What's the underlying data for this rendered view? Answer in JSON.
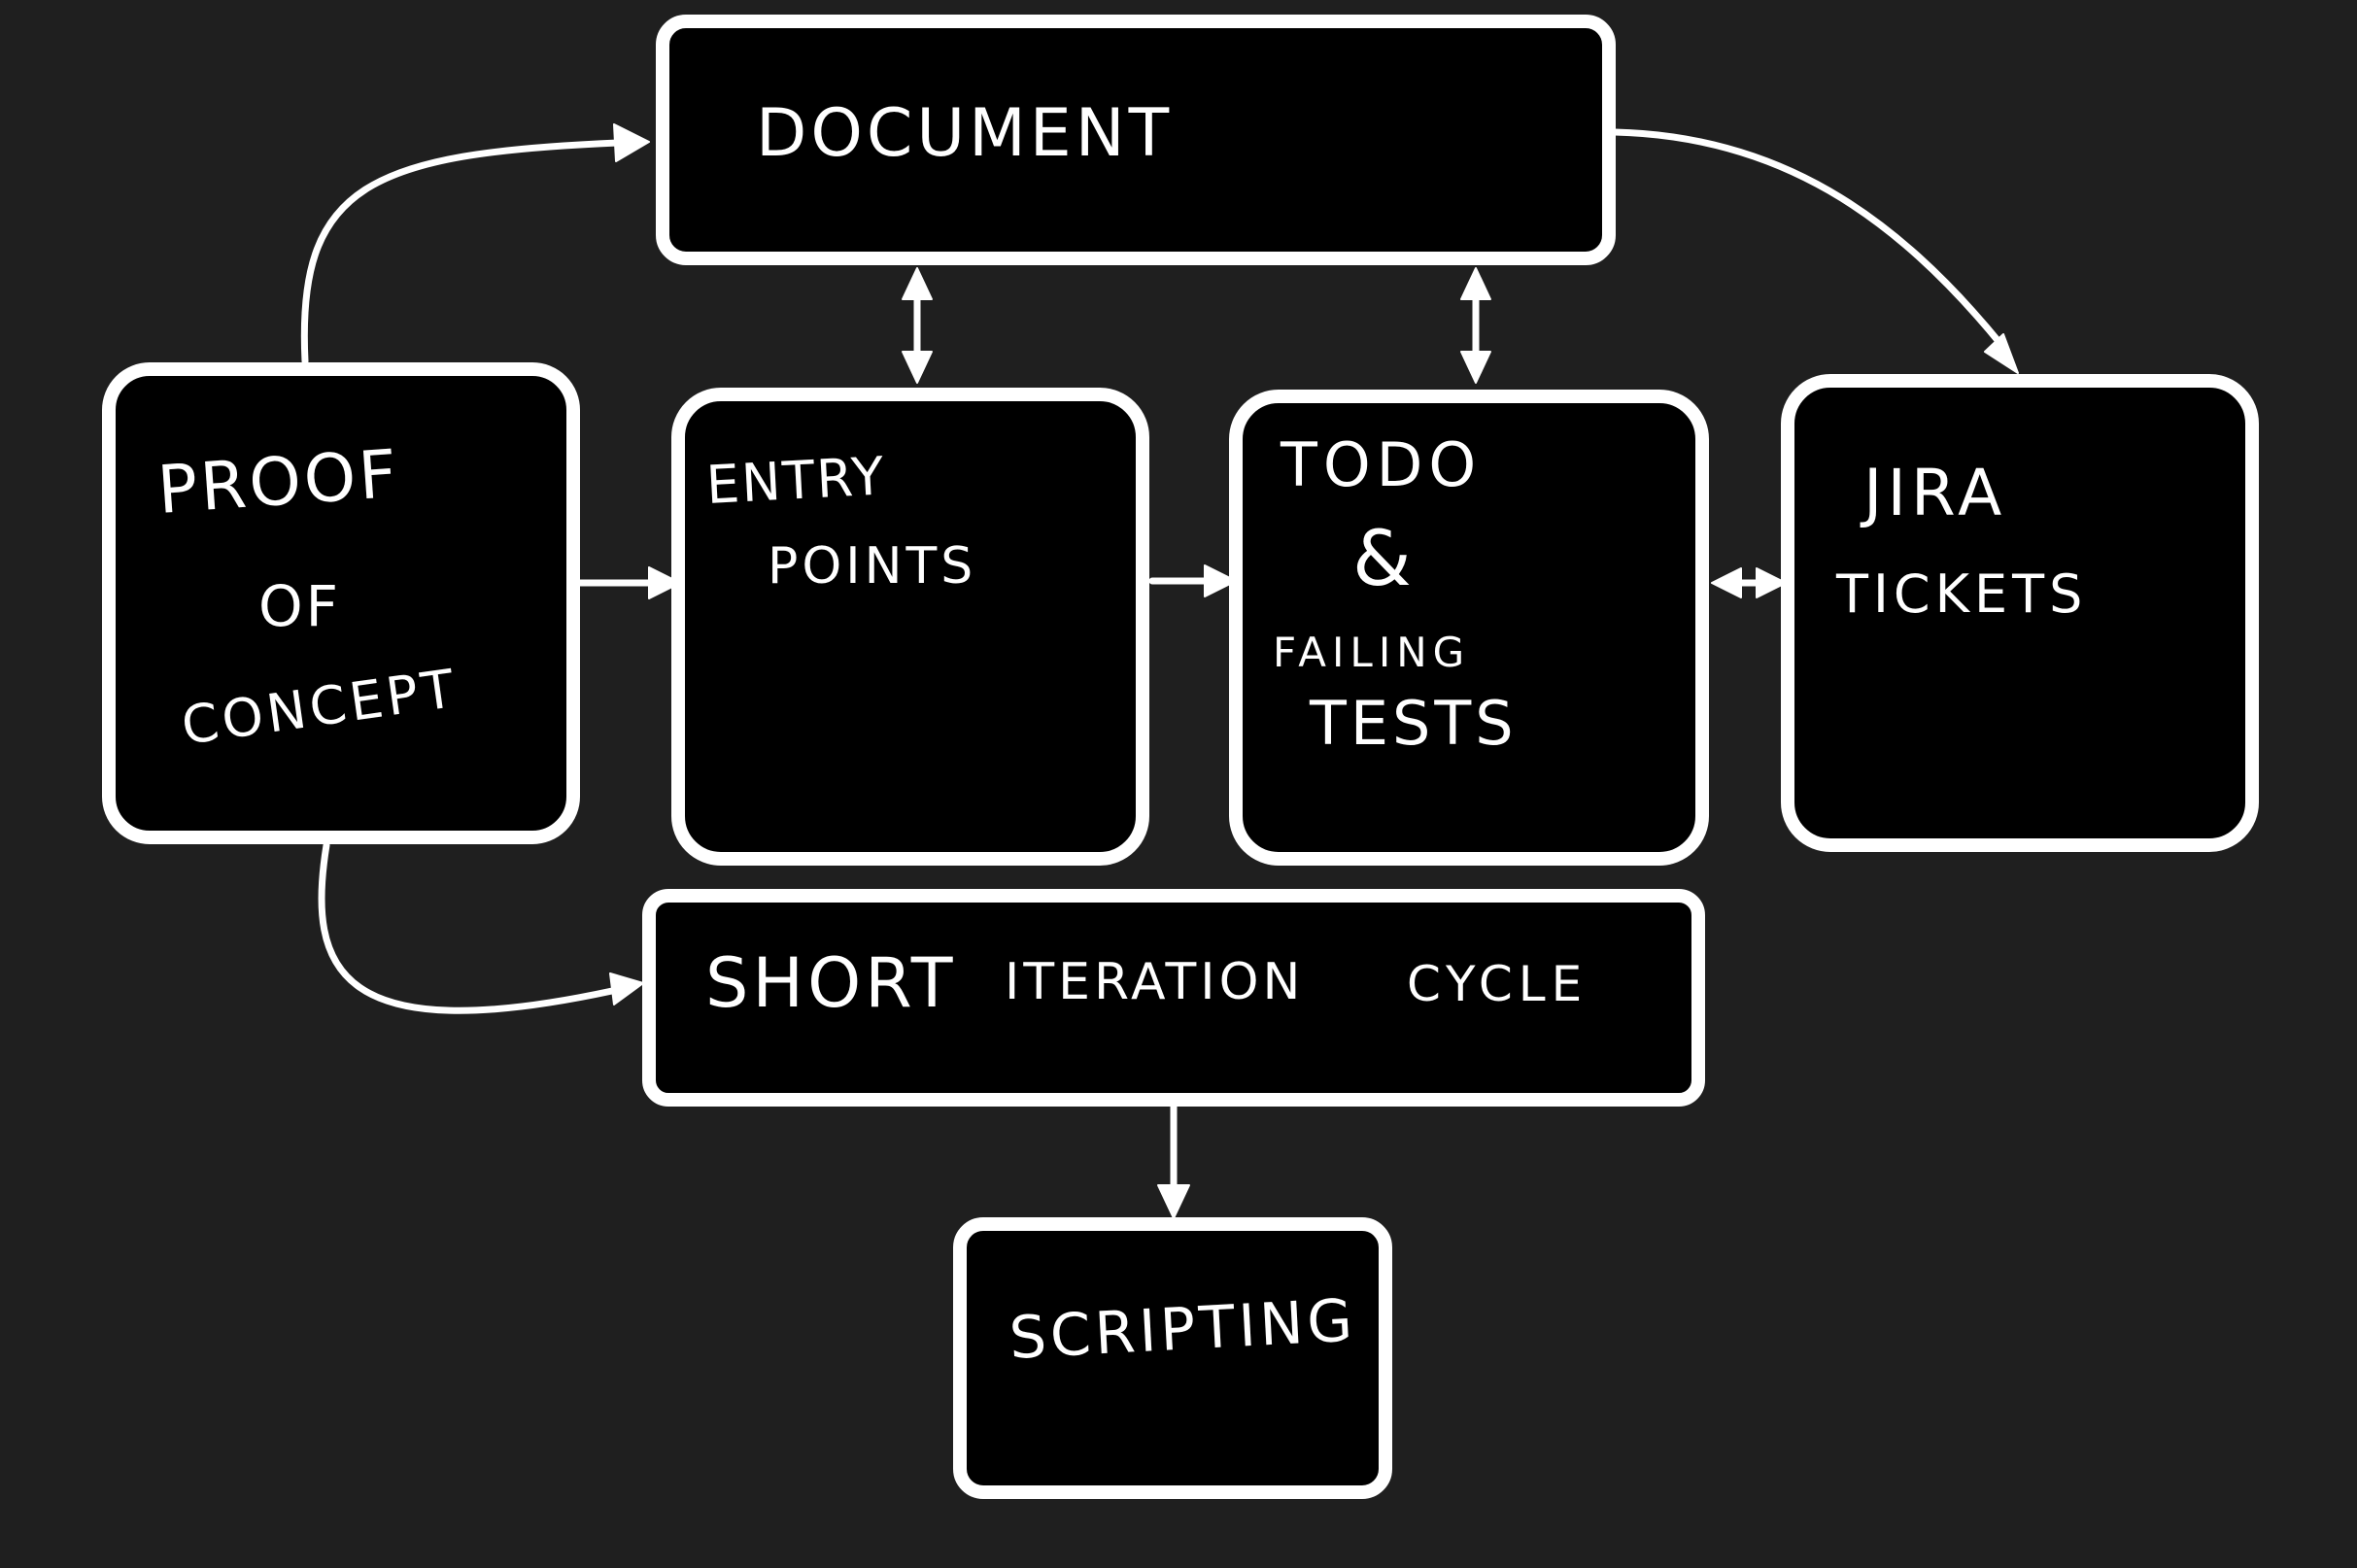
{
  "diagram": {
    "background": "#1f1f1f",
    "box_fill": "#000000",
    "stroke_color": "#ffffff",
    "nodes": {
      "document": {
        "line1": "DOCUMENT"
      },
      "proof_of_concept": {
        "line1": "PROOF",
        "line2": "OF",
        "line3": "CONCEPT"
      },
      "entry_points": {
        "line1": "ENTRY",
        "line2": "POINTS"
      },
      "todo_failing_tests": {
        "line1": "TODO",
        "line2": "&",
        "line3": "FAILING",
        "line4": "TESTS"
      },
      "jira_tickets": {
        "line1": "JIRA",
        "line2": "TICKETS"
      },
      "short_iteration_cycle": {
        "line1": "SHORT",
        "line2": "ITERATION",
        "line3": "CYCLE"
      },
      "scripting": {
        "line1": "SCRIPTING"
      }
    },
    "edges": [
      {
        "from": "proof_of_concept",
        "to": "document",
        "direction": "forward"
      },
      {
        "from": "document",
        "to": "jira_tickets",
        "direction": "forward"
      },
      {
        "from": "document",
        "to": "entry_points",
        "direction": "both"
      },
      {
        "from": "document",
        "to": "todo_failing_tests",
        "direction": "both"
      },
      {
        "from": "proof_of_concept",
        "to": "entry_points",
        "direction": "forward"
      },
      {
        "from": "entry_points",
        "to": "todo_failing_tests",
        "direction": "forward"
      },
      {
        "from": "todo_failing_tests",
        "to": "jira_tickets",
        "direction": "both"
      },
      {
        "from": "proof_of_concept",
        "to": "short_iteration_cycle",
        "direction": "forward"
      },
      {
        "from": "short_iteration_cycle",
        "to": "scripting",
        "direction": "forward"
      }
    ]
  }
}
